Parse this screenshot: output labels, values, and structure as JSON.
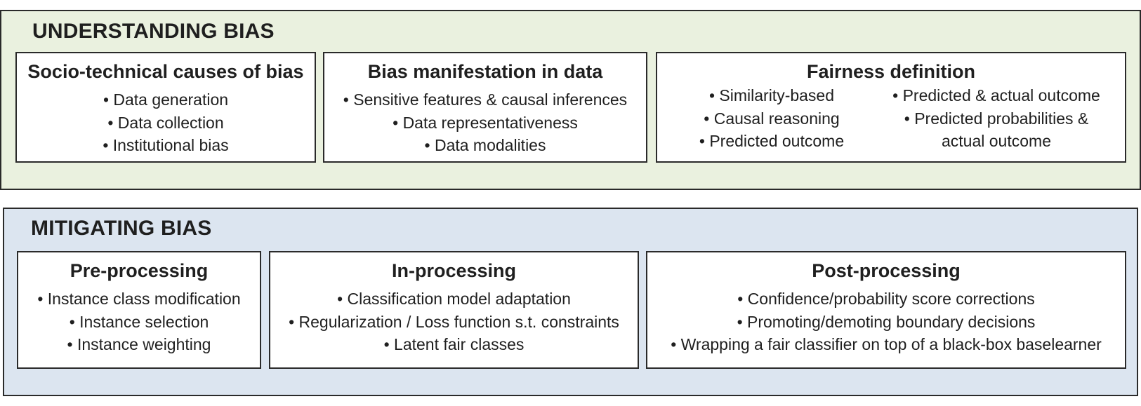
{
  "understanding": {
    "title": "UNDERSTANDING BIAS",
    "boxes": [
      {
        "title": "Socio-technical causes of bias",
        "items": [
          "• Data generation",
          "• Data collection",
          "• Institutional bias"
        ]
      },
      {
        "title": "Bias manifestation in data",
        "items": [
          "• Sensitive features & causal inferences",
          "• Data representativeness",
          "• Data modalities"
        ]
      },
      {
        "title": "Fairness definition",
        "left_items": [
          "• Similarity-based",
          "• Causal reasoning",
          "• Predicted outcome"
        ],
        "right_items": [
          "• Predicted & actual outcome",
          "• Predicted probabilities &",
          "actual outcome"
        ]
      }
    ]
  },
  "mitigating": {
    "title": "MITIGATING BIAS",
    "boxes": [
      {
        "title": "Pre-processing",
        "items": [
          "• Instance class modification",
          "• Instance selection",
          "• Instance weighting"
        ]
      },
      {
        "title": "In-processing",
        "items": [
          "• Classification model adaptation",
          "• Regularization / Loss function s.t. constraints",
          "• Latent fair classes"
        ]
      },
      {
        "title": "Post-processing",
        "items": [
          "• Confidence/probability score corrections",
          "• Promoting/demoting boundary decisions",
          "• Wrapping a fair classifier on top of a black-box baselearner"
        ]
      }
    ]
  },
  "colors": {
    "understanding_bg": "#eaf1df",
    "mitigating_bg": "#dce5f0",
    "border": "#2a2a2a"
  }
}
